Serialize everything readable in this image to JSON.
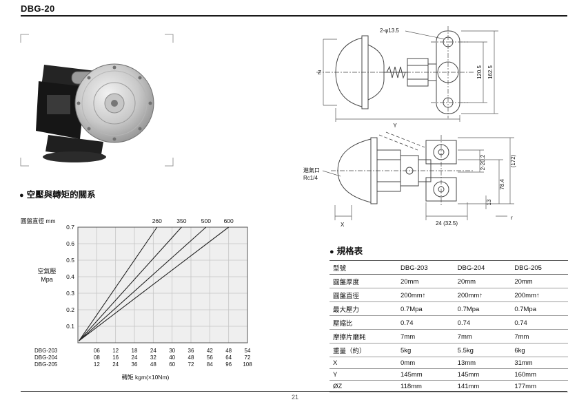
{
  "page": {
    "title": "DBG-20",
    "page_number": "21"
  },
  "photo": {
    "description": "DBG-20 pneumatic disc brake caliper product photo"
  },
  "drawings": {
    "top_view": {
      "hole_callout": "2-φ13.5",
      "dim_hole_span": "120.5",
      "dim_overall": "162.5",
      "dim_diameter": "Z",
      "dim_width": "Y"
    },
    "front_view": {
      "inlet_line1": "進氣口",
      "inlet_line2": "Rc1/4",
      "dim_overall_height": "(172)",
      "dim_body_height": "78.4",
      "dim_pins": "2-20.2",
      "dim_offset": "13",
      "dim_depth": "24 (32.5)",
      "dim_r": "r",
      "dim_x": "X"
    }
  },
  "chart_section": {
    "bullet": "●",
    "heading": "空壓與轉矩的關系"
  },
  "chart_data": {
    "type": "line",
    "title": "空壓與轉矩的關系",
    "top_axis_title": "圓盤直徑 mm",
    "ylabel_line1": "空氣壓",
    "ylabel_line2": "Mpa",
    "xlabel": "轉矩 kgm(×10Nm)",
    "ylim": [
      0,
      0.7
    ],
    "y_ticks": [
      0.7,
      0.6,
      0.5,
      0.4,
      0.3,
      0.2,
      0.1
    ],
    "x_tick_count": 9,
    "grid": true,
    "lines": [
      {
        "label": "260",
        "x_at_top_ticks": 4.2
      },
      {
        "label": "350",
        "x_at_top_ticks": 5.5
      },
      {
        "label": "500",
        "x_at_top_ticks": 6.8
      },
      {
        "label": "600",
        "x_at_top_ticks": 8.0
      }
    ],
    "x_scales": [
      {
        "model": "DBG-203",
        "values": [
          "06",
          "12",
          "18",
          "24",
          "30",
          "36",
          "42",
          "48",
          "54"
        ]
      },
      {
        "model": "DBG-204",
        "values": [
          "08",
          "16",
          "24",
          "32",
          "40",
          "48",
          "56",
          "64",
          "72"
        ]
      },
      {
        "model": "DBG-205",
        "values": [
          "12",
          "24",
          "36",
          "48",
          "60",
          "72",
          "84",
          "96",
          "108"
        ]
      }
    ]
  },
  "spec_section": {
    "bullet": "●",
    "heading": "規格表"
  },
  "spec_table": {
    "columns": [
      "型號",
      "DBG-203",
      "DBG-204",
      "DBG-205"
    ],
    "rows": [
      [
        "圓盤厚度",
        "20mm",
        "20mm",
        "20mm"
      ],
      [
        "圓盤直徑",
        "200mm↑",
        "200mm↑",
        "200mm↑"
      ],
      [
        "最大壓力",
        "0.7Mpa",
        "0.7Mpa",
        "0.7Mpa"
      ],
      [
        "壓縮比",
        "0.74",
        "0.74",
        "0.74"
      ],
      [
        "摩擦片磨耗",
        "7mm",
        "7mm",
        "7mm"
      ],
      [
        "重量（約）",
        "5kg",
        "5.5kg",
        "6kg"
      ],
      [
        "X",
        "0mm",
        "13mm",
        "31mm"
      ],
      [
        "Y",
        "145mm",
        "145mm",
        "160mm"
      ],
      [
        "ØZ",
        "118mm",
        "141mm",
        "177mm"
      ]
    ]
  }
}
